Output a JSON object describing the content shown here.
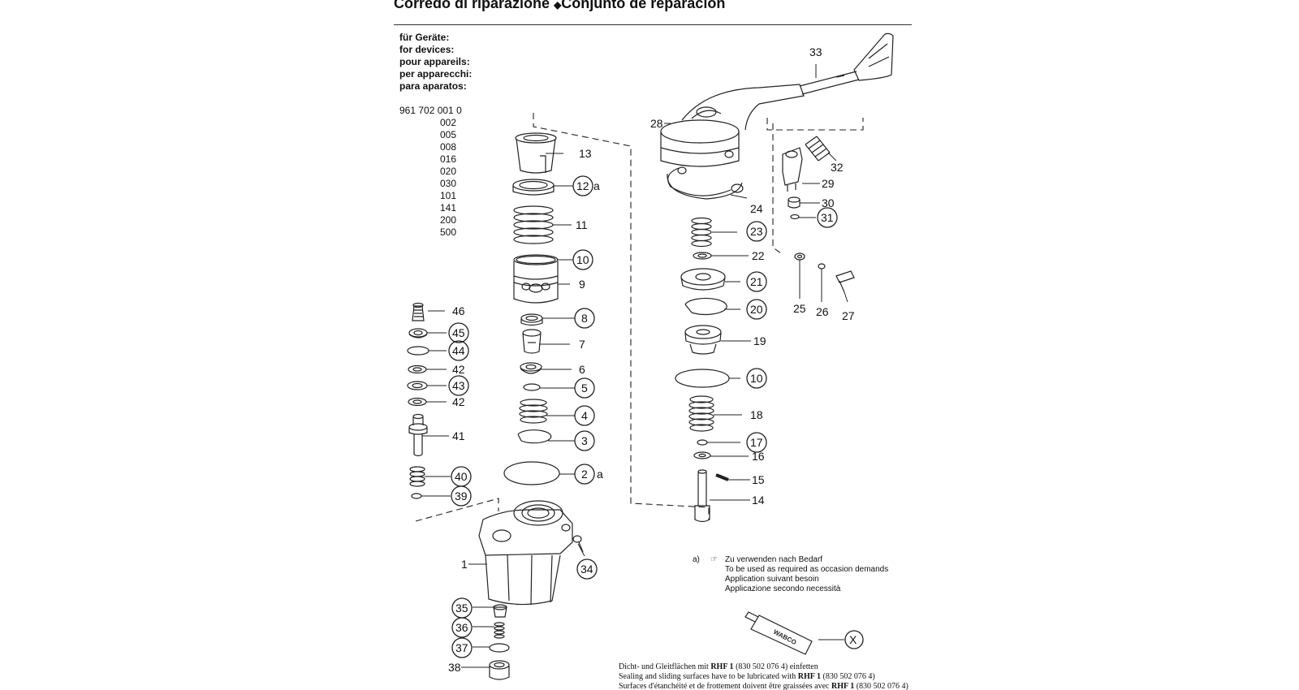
{
  "header": {
    "title_it": "Corredo di riparazione",
    "separator": "◆",
    "title_es": "Conjunto de reparación"
  },
  "devices": {
    "lines": [
      "für Geräte:",
      "for devices:",
      "pour appareils:",
      "per apparecchi:",
      "para aparatos:"
    ],
    "base_number": "961 702 001 0",
    "suffixes": [
      "002",
      "005",
      "008",
      "016",
      "020",
      "030",
      "101",
      "141",
      "200",
      "500"
    ]
  },
  "callouts": [
    "1",
    "2",
    "3",
    "4",
    "5",
    "6",
    "7",
    "8",
    "9",
    "10",
    "11",
    "12",
    "13",
    "14",
    "15",
    "16",
    "17",
    "18",
    "19",
    "20",
    "21",
    "22",
    "23",
    "24",
    "25",
    "26",
    "27",
    "28",
    "29",
    "30",
    "31",
    "32",
    "33",
    "34",
    "35",
    "36",
    "37",
    "38",
    "39",
    "40",
    "41",
    "42",
    "43",
    "44",
    "45",
    "46",
    "X"
  ],
  "circled_callouts": [
    "2",
    "3",
    "4",
    "5",
    "8",
    "10",
    "12",
    "17",
    "20",
    "21",
    "23",
    "31",
    "34",
    "35",
    "36",
    "37",
    "39",
    "40",
    "43",
    "44",
    "45",
    "X"
  ],
  "note": {
    "marker": "a)",
    "hand_icon": "pointing-hand-icon",
    "lines": [
      "Zu verwenden nach Bedarf",
      "To be used as required as occasion demands",
      "Application suivant besoin",
      "Applicazione secondo necessità"
    ]
  },
  "tube_logo": "WABCO",
  "lubrication": {
    "de_prefix": "Dicht- und Gleitflächen mit",
    "de_product": "RHF 1",
    "de_code": "(830 502 076 4)",
    "de_suffix": "einfetten",
    "en_prefix": "Sealing and sliding surfaces have to be lubricated  with",
    "en_product": "RHF 1",
    "en_code": "(830 502 076 4)",
    "fr_prefix": "Surfaces d'étanchéité et de frottement doivent être graissées avec",
    "fr_product": "RHF 1",
    "fr_code": "(830 502 076 4)"
  }
}
